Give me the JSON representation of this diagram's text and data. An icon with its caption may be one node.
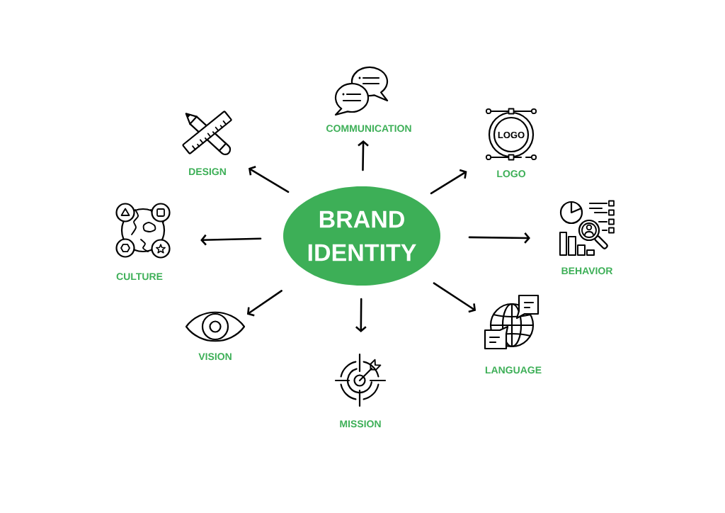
{
  "diagram": {
    "nodes": [
      {
        "text": [
          "BRAND IDENTITY"
        ]
      },
      {
        "text": [
          "COMMUNICATION"
        ]
      },
      {
        "text": [
          "LOGO"
        ]
      },
      {
        "text": [
          "BEHAVIOR"
        ]
      },
      {
        "text": [
          "LANGUAGE"
        ]
      },
      {
        "text": [
          "MISSION"
        ]
      },
      {
        "text": [
          "VISION"
        ]
      },
      {
        "text": [
          "CULTURE"
        ]
      },
      {
        "text": [
          "DESIGN"
        ]
      }
    ],
    "edges": [
      {
        "from": 0,
        "to": 1,
        "arrow": "to"
      },
      {
        "from": 0,
        "to": 2,
        "arrow": "to"
      },
      {
        "from": 0,
        "to": 3,
        "arrow": "to"
      },
      {
        "from": 0,
        "to": 4,
        "arrow": "to"
      },
      {
        "from": 0,
        "to": 5,
        "arrow": "to"
      },
      {
        "from": 0,
        "to": 6,
        "arrow": "to"
      },
      {
        "from": 0,
        "to": 7,
        "arrow": "to"
      },
      {
        "from": 0,
        "to": 8,
        "arrow": "to"
      }
    ],
    "labels": [
      "LOGO"
    ]
  }
}
